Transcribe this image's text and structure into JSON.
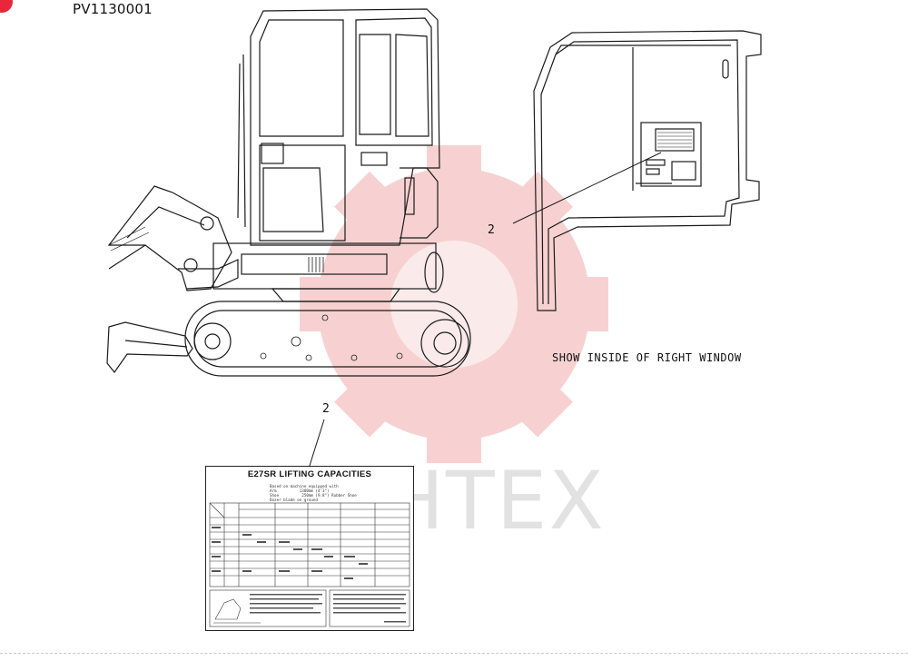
{
  "header": {
    "reference_id": "PV1130001"
  },
  "callouts": {
    "window_callout": "2",
    "decal_callout": "2"
  },
  "captions": {
    "right_window": "SHOW INSIDE OF RIGHT WINDOW"
  },
  "watermark": {
    "text": "ИНТЕХ",
    "color": "#f3b3b3"
  },
  "decal": {
    "title": "E27SR LIFTING CAPACITIES",
    "subtitle_lines": [
      "Based on machine equipped with",
      "Arm          1300mm (4'3\")",
      "Shoe          250mm (9.8\") Rubber Shoe",
      "Dozer blade on ground"
    ]
  },
  "colors": {
    "line": "#1a1a1a",
    "corner_mark": "#e8283a"
  }
}
